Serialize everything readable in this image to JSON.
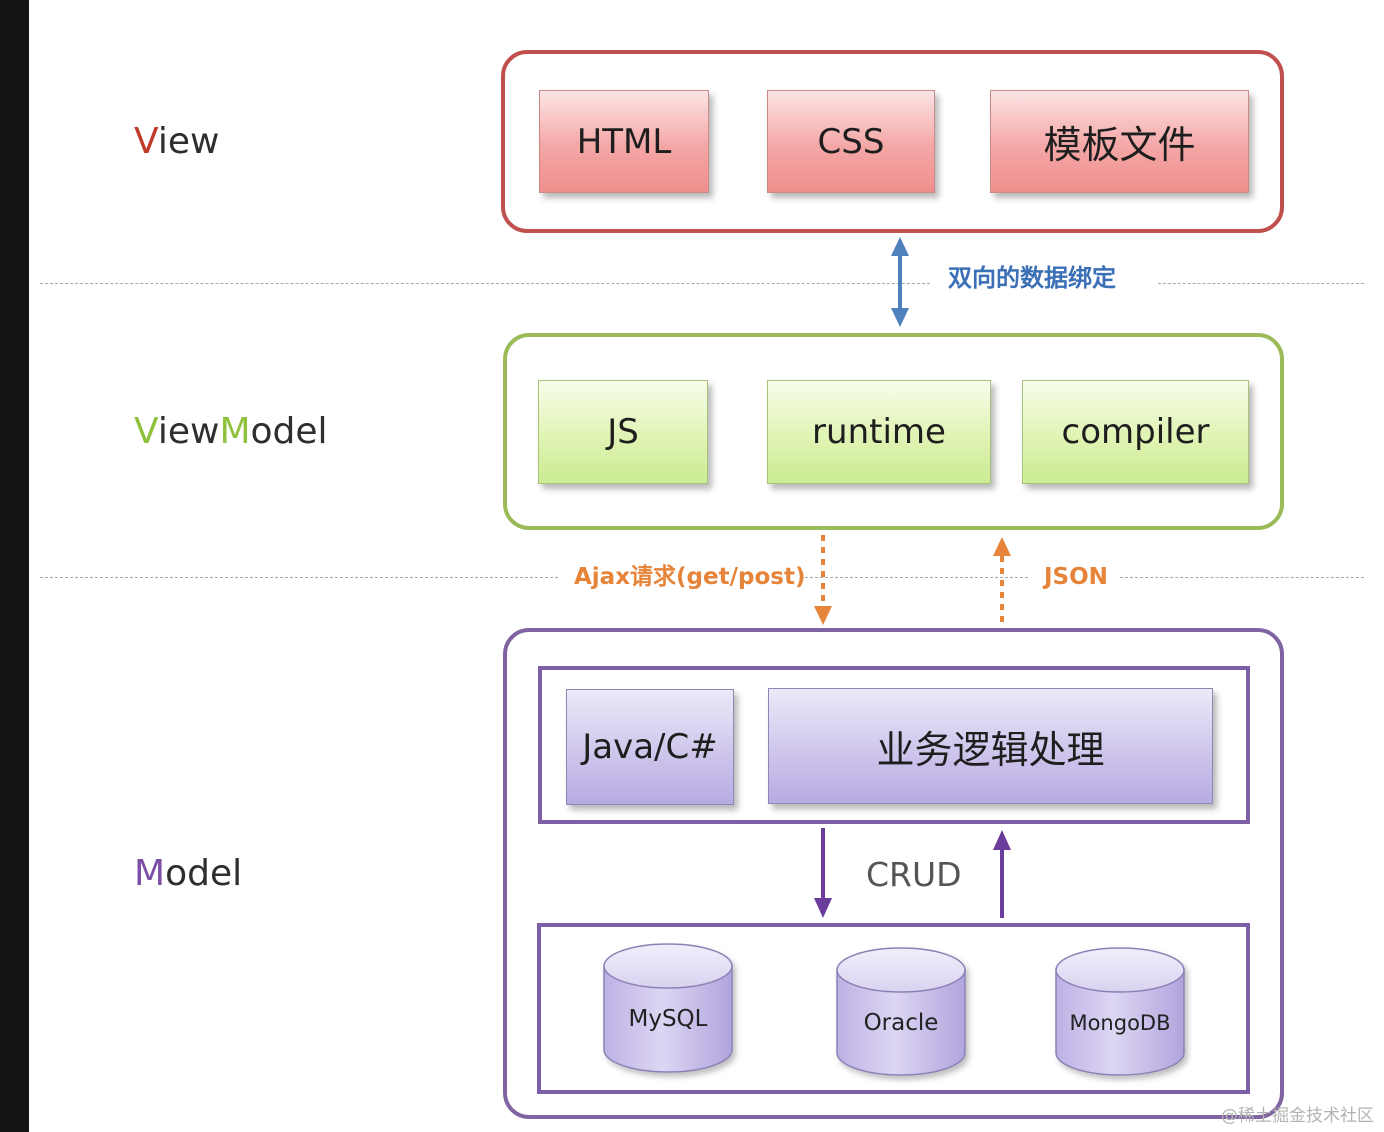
{
  "layers": {
    "view": {
      "first_letter": "V",
      "rest": "iew",
      "accent": "#c0392b"
    },
    "viewmodel": {
      "v_letter": "V",
      "v_rest": "iew",
      "m_letter": "M",
      "m_rest": "odel",
      "accent": "#8fc13d"
    },
    "model": {
      "first_letter": "M",
      "rest": "odel",
      "accent": "#7b4fa6"
    }
  },
  "view_boxes": [
    "HTML",
    "CSS",
    "模板文件"
  ],
  "viewmodel_boxes": [
    "JS",
    "runtime",
    "compiler"
  ],
  "model_boxes": [
    "Java/C#",
    "业务逻辑处理"
  ],
  "databases": [
    "MySQL",
    "Oracle",
    "MongoDB"
  ],
  "annotations": {
    "binding": "双向的数据绑定",
    "ajax": "Ajax请求(get/post)",
    "json": "JSON",
    "crud": "CRUD"
  },
  "colors": {
    "view_border": "#c0504d",
    "viewmodel_border": "#9bbb59",
    "model_border": "#8064a2",
    "binding_arrow": "#4f81bd",
    "ajax_arrow": "#e6843a",
    "crud_arrow": "#6a3d9a"
  },
  "watermark": "@稀土掘金技术社区"
}
